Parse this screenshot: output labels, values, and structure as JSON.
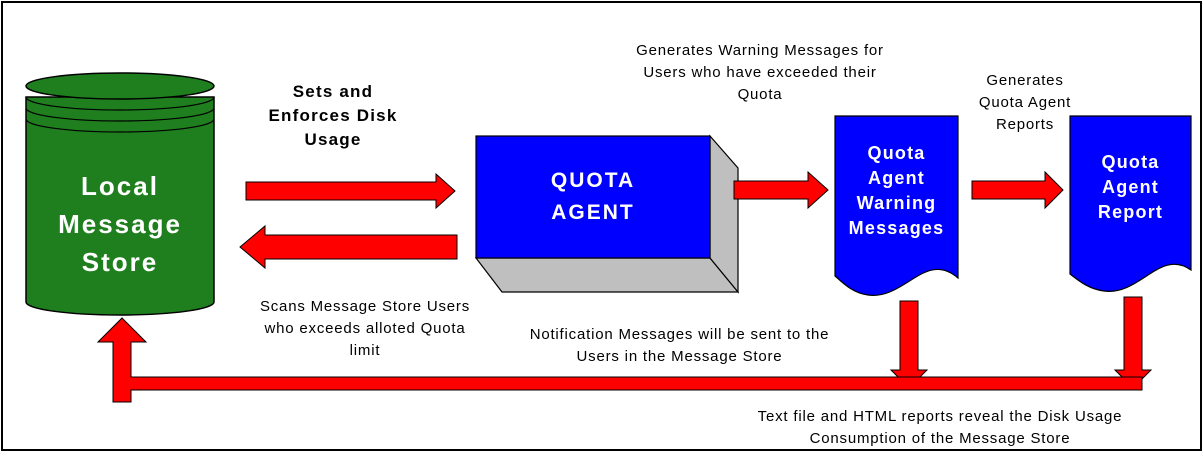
{
  "colors": {
    "store_fill": "#1f7f1f",
    "agent_fill": "#0000ff",
    "agent_shadow": "#bfbfbf",
    "arrow_fill": "#ff0000",
    "outline": "#000000",
    "label_on_shape": "#ffffff"
  },
  "store": {
    "label": "Local\nMessage\nStore"
  },
  "agent": {
    "label": "QUOTA\nAGENT"
  },
  "warning_doc": {
    "label": "Quota\nAgent\nWarning\nMessages"
  },
  "report_doc": {
    "label": "Quota\nAgent\nReport"
  },
  "annotations": {
    "sets_enforces": "Sets and\nEnforces Disk\nUsage",
    "scans": "Scans Message Store Users\nwho exceeds alloted Quota\nlimit",
    "generates_warning": "Generates Warning Messages for\nUsers who have exceeded their\nQuota",
    "generates_reports": "Generates\nQuota Agent\nReports",
    "notification": "Notification Messages will be sent to the\nUsers in the Message Store",
    "text_html": "Text file and HTML reports  reveal the Disk Usage\nConsumption of the Message Store"
  }
}
